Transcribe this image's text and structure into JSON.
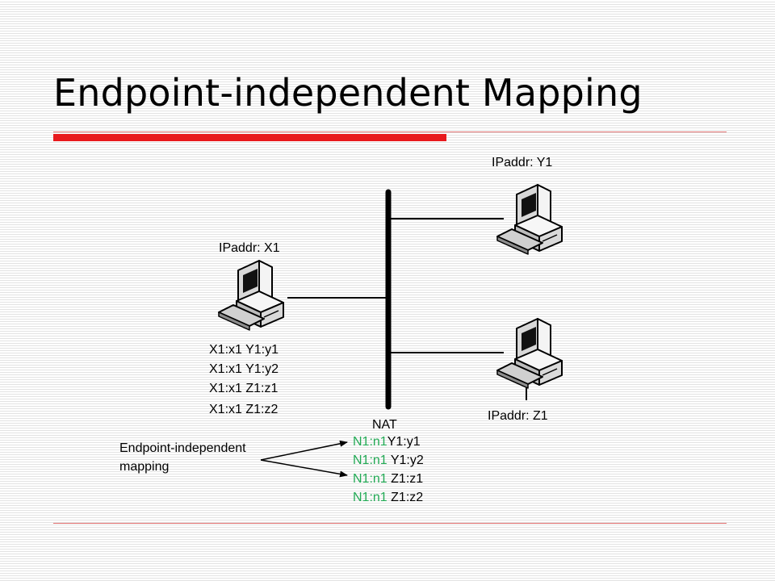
{
  "title": "Endpoint-independent Mapping",
  "colors": {
    "accent": "#e8191d",
    "nat_ip": "#22aa55",
    "text": "#000000"
  },
  "hosts": {
    "x1": {
      "label": "IPaddr: X1",
      "icon": "computer-icon"
    },
    "y1": {
      "label": "IPaddr: Y1",
      "icon": "computer-icon"
    },
    "z1": {
      "label": "IPaddr: Z1",
      "icon": "computer-icon"
    }
  },
  "nat": {
    "label": "NAT"
  },
  "internal_mappings": [
    "X1:x1 Y1:y1",
    "X1:x1 Y1:y2",
    "X1:x1 Z1:z1",
    "X1:x1 Z1:z2"
  ],
  "external_mappings": [
    {
      "nat": "N1:n1",
      "remote": "Y1:y1"
    },
    {
      "nat": "N1:n1",
      "remote": " Y1:y2"
    },
    {
      "nat": "N1:n1",
      "remote": " Z1:z1"
    },
    {
      "nat": "N1:n1",
      "remote": " Z1:z2"
    }
  ],
  "annotation": {
    "line1": "Endpoint-independent",
    "line2": "mapping"
  }
}
